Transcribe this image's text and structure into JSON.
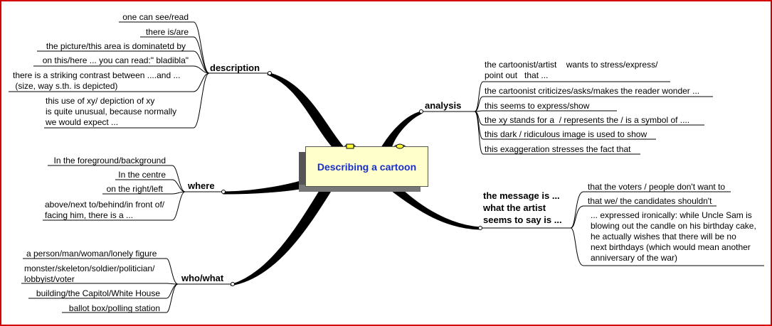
{
  "center": {
    "title": "Describing a cartoon",
    "title_color": "#1a2fd0",
    "fill": "#ffffcc"
  },
  "branches": {
    "description": {
      "label": "description",
      "items": [
        "one can see/read",
        "there is/are",
        "the picture/this area is dominatetd by",
        "on this/here ... you can read:\" bladibla\"",
        "there is a striking contrast between ....and ...\n (size, way s.th. is depicted)",
        "this use of xy/ depiction of xy\n is quite unusual, because normally\nwe would expect ..."
      ]
    },
    "where": {
      "label": "where",
      "items": [
        "In the foreground/background",
        "In the centre",
        "on the right/left",
        "above/next to/behind/in front of/\nfacing him, there is a ..."
      ]
    },
    "who_what": {
      "label": "who/what",
      "items": [
        "a person/man/woman/lonely figure",
        "monster/skeleton/soldier/politician/\nlobbyist/voter",
        "building/the Capitol/White House",
        "ballot box/polling station"
      ]
    },
    "analysis": {
      "label": "analysis",
      "items": [
        "the cartoonist/artist    wants to stress/express/\npoint out   that ...",
        "the cartoonist criticizes/asks/makes the reader wonder ...",
        "this seems to express/show",
        "the xy stands for a  / represents the / is a symbol of ....",
        "this dark / ridiculous image is used to show",
        "this exaggeration stresses the fact that"
      ]
    },
    "message": {
      "label": "the message is ...\nwhat the artist\nseems to say is ...",
      "items": [
        "that the voters / people don't want to",
        "that we/ the candidates shouldn't",
        "... expressed ironically: while Uncle Sam is\nblowing out the candle on his birthday cake,\nhe actually wishes that there will be no\nnext birthdays (which would mean another\nanniversary of the war)"
      ]
    }
  },
  "colors": {
    "border": "#d40000",
    "lines": "#000000"
  }
}
